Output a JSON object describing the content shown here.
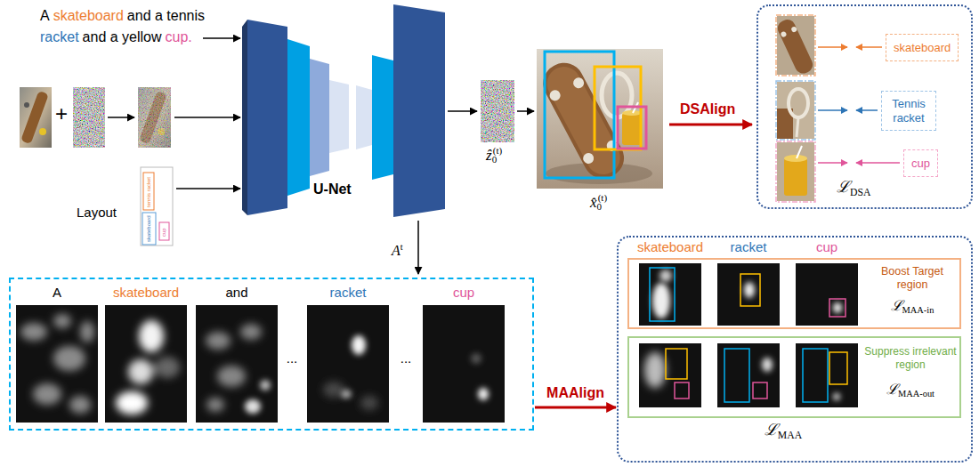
{
  "diagram": {
    "nodes": [
      {
        "text": [
          "ℒ",
          "DSA"
        ]
      },
      {
        "text": [
          "skateboard"
        ],
        "in": 0
      },
      {
        "text": [
          "Tennis racket"
        ],
        "in": 0
      },
      {
        "text": [
          "cup"
        ],
        "in": 0
      },
      {
        "text": [
          "A",
          "skateboard",
          "and",
          "...",
          "racket",
          "...",
          "cup"
        ]
      },
      {
        "text": [
          "skateboard",
          "racket",
          "cup",
          "ℒ",
          "MAA"
        ]
      },
      {
        "text": [
          "Boost Target region",
          "ℒ",
          "MAA-in"
        ],
        "in": 5
      },
      {
        "text": [
          "Suppress irrelevant region",
          "ℒ",
          "MAA-out"
        ],
        "in": 5
      }
    ],
    "edges": [
      {
        "from": 4,
        "to": 5,
        "arrow": "to",
        "label": "MAAlign"
      }
    ],
    "labels": [
      "A",
      "skateboard",
      "and a tennis",
      "racket",
      "and a yellow",
      "cup.",
      "+",
      "Layout",
      "tennis racket",
      "cup",
      "skateboard",
      "U-Net",
      "ẑ",
      "0",
      "(t)",
      "x̂",
      "0",
      "(t)",
      "DSAlign",
      "A",
      "t"
    ]
  }
}
